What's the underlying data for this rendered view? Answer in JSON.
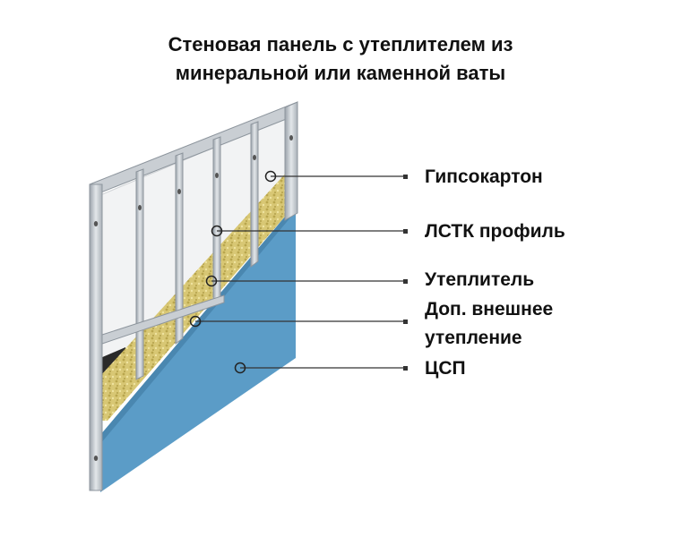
{
  "title": {
    "line1": "Стеновая панель с утеплителем из",
    "line2": "минеральной или каменной ваты"
  },
  "callouts": [
    {
      "id": "gypsum",
      "text": "Гипсокартон"
    },
    {
      "id": "profile",
      "text": "ЛСТК профиль"
    },
    {
      "id": "insulation",
      "text": "Утеплитель"
    },
    {
      "id": "extra",
      "line1": "Доп. внешнее",
      "line2": "утепление"
    },
    {
      "id": "csp",
      "text": "ЦСП"
    }
  ],
  "colors": {
    "board": "#5b9cc7",
    "frame": "#c9ced3",
    "insulation": "#d8c774",
    "leader": "#333333"
  }
}
